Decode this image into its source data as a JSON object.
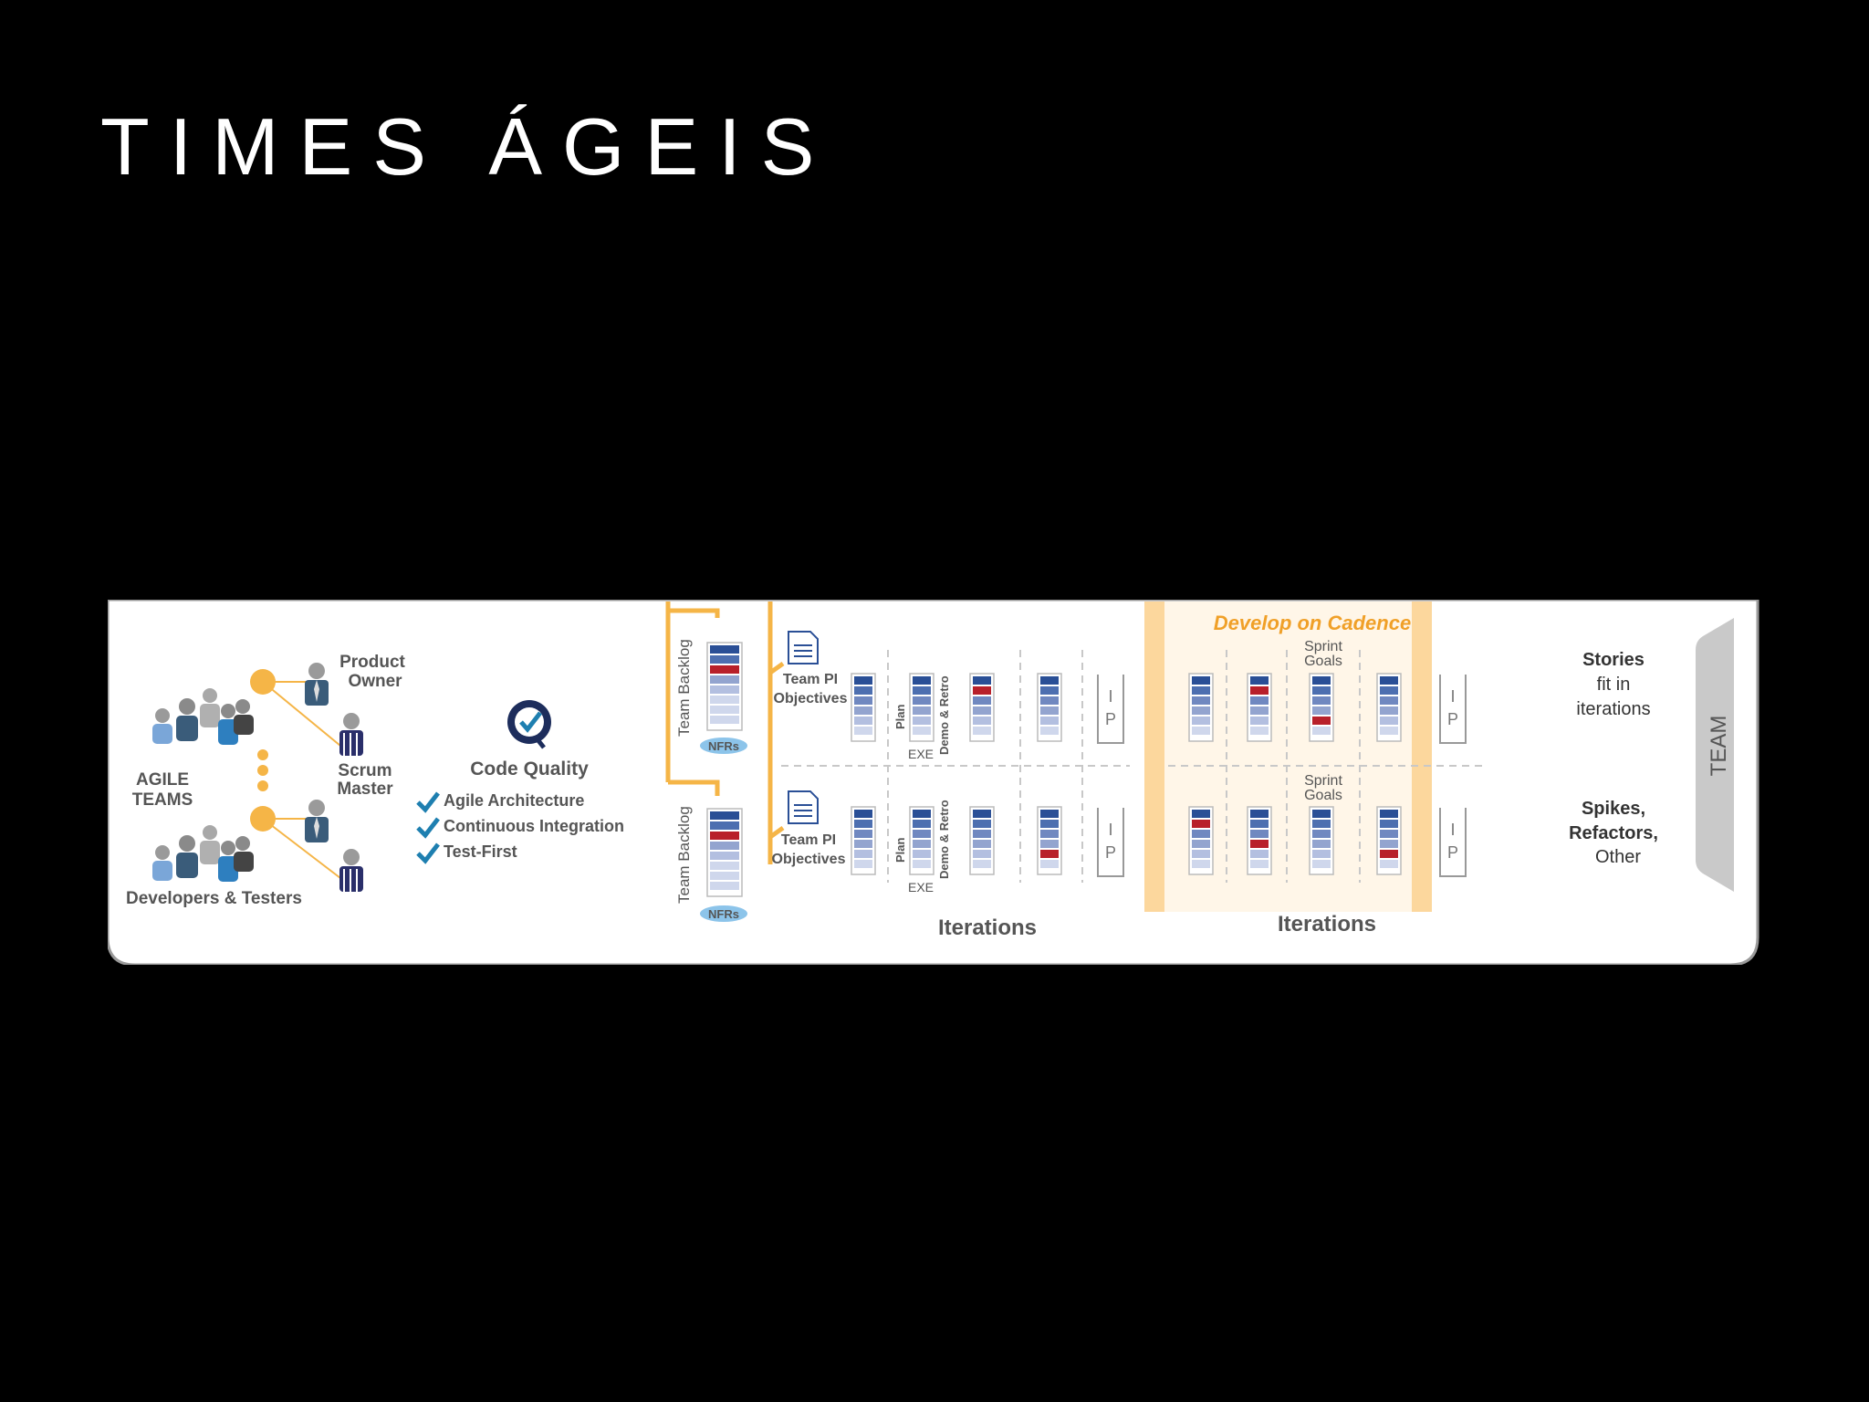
{
  "slide": {
    "title": "TIMES ÁGEIS"
  },
  "colors": {
    "background": "#000000",
    "accent_orange": "#f5a623",
    "backlog_blue": "#2a4f96",
    "backlog_red": "#b8202a",
    "check_blue": "#1e7fb0",
    "panel": "#ffffff"
  },
  "diagram": {
    "team": {
      "product_owner_line1": "Product",
      "product_owner_line2": "Owner",
      "scrum_master_line1": "Scrum",
      "scrum_master_line2": "Master",
      "agile_teams_line1": "AGILE",
      "agile_teams_line2": "TEAMS",
      "developers_testers": "Developers & Testers"
    },
    "code_quality": {
      "title": "Code Quality",
      "items": [
        "Agile Architecture",
        "Continuous Integration",
        "Test-First"
      ]
    },
    "backlog": {
      "label": "Team Backlog",
      "nfr": "NFRs",
      "objectives_line1": "Team PI",
      "objectives_line2": "Objectives"
    },
    "iteration_labels": {
      "plan": "Plan",
      "exe": "EXE",
      "demo": "Demo & Retro",
      "ip_i": "I",
      "ip_p": "P"
    },
    "cadence": {
      "title": "Develop on Cadence",
      "sprint_line1": "Sprint",
      "sprint_line2": "Goals"
    },
    "iterations_left": "Iterations",
    "iterations_right": "Iterations",
    "side": {
      "stories_line1": "Stories",
      "stories_line2": "fit in",
      "stories_line3": "iterations",
      "spikes_line1": "Spikes,",
      "spikes_line2": "Refactors,",
      "spikes_line3": "Other",
      "tab": "TEAM"
    }
  }
}
